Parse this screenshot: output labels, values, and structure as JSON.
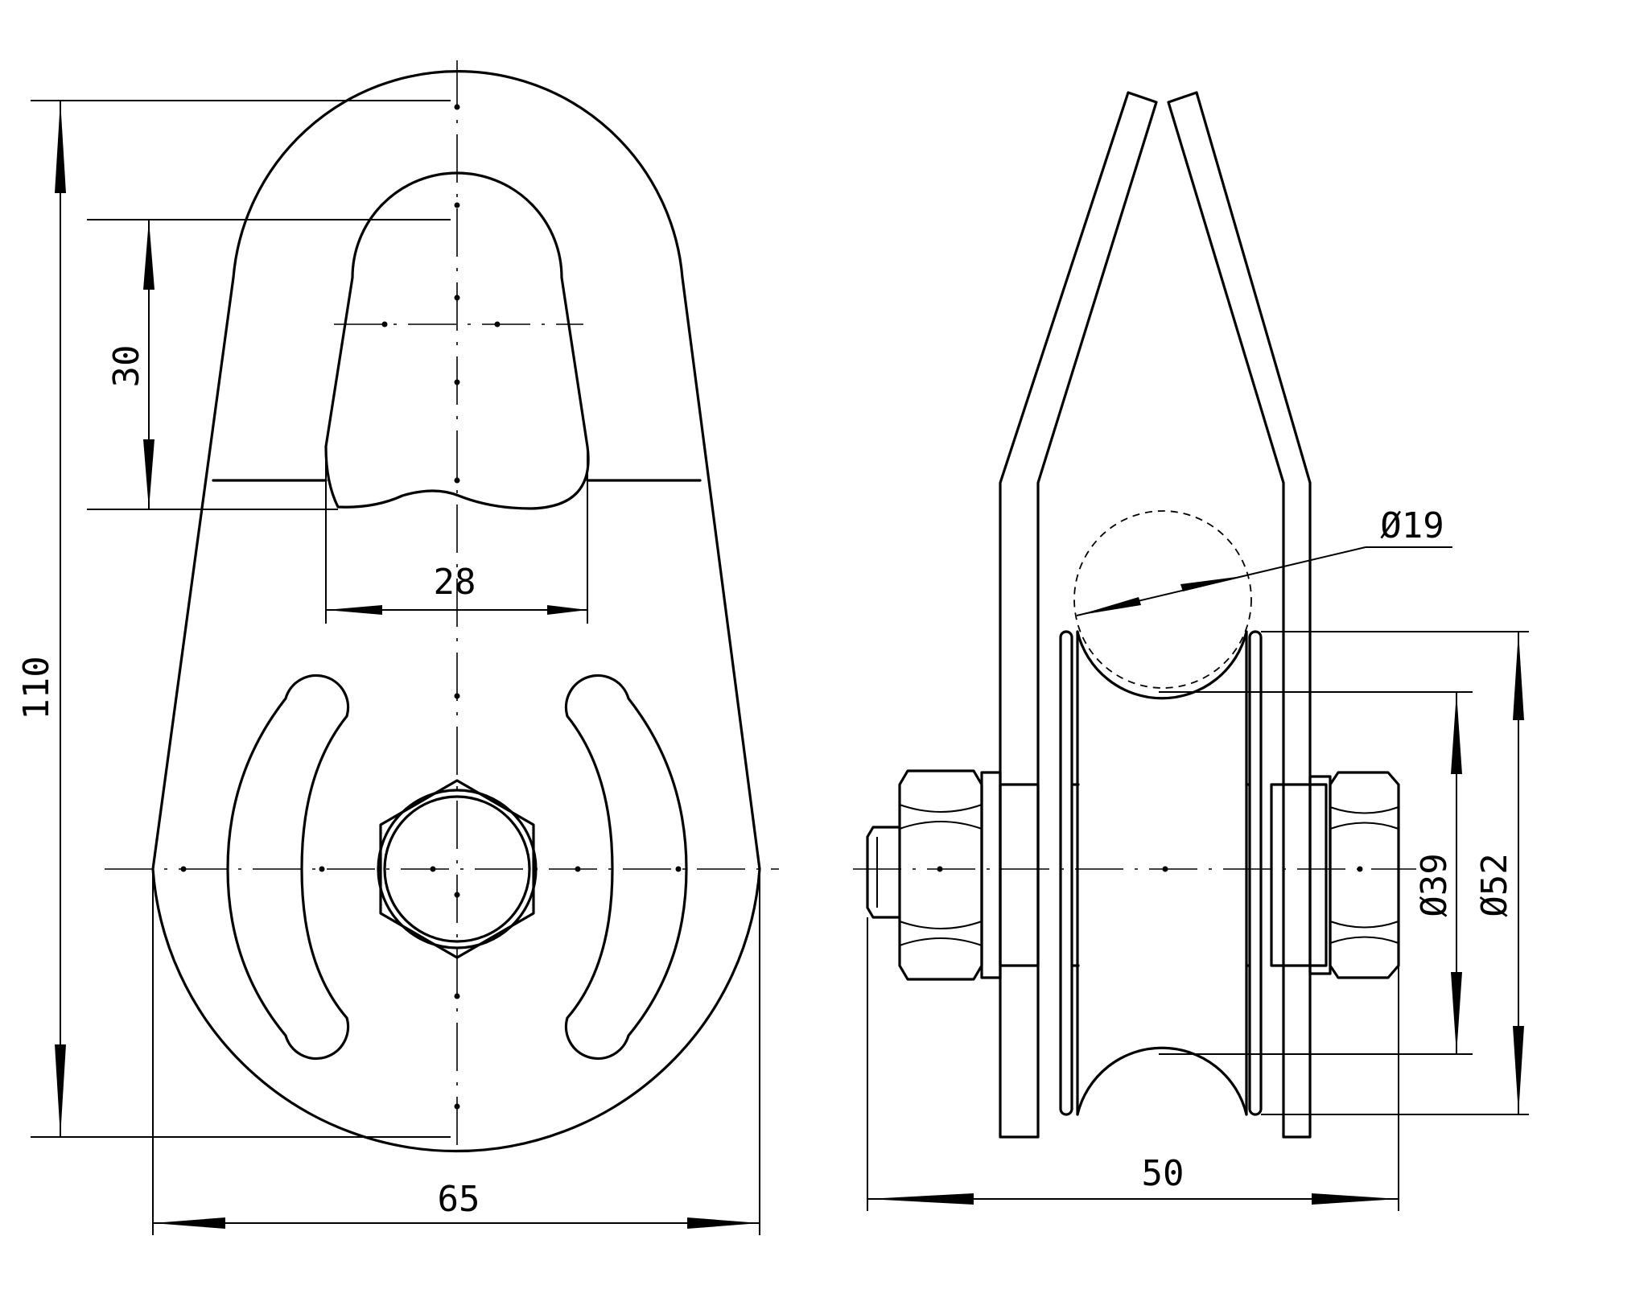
{
  "dimensions": {
    "front_height": "110",
    "slot_height": "30",
    "slot_width": "28",
    "front_width": "65",
    "side_width": "50",
    "rope_diameter": "Ø19",
    "groove_diameter": "Ø39",
    "sheave_diameter": "Ø52"
  },
  "colors": {
    "line": "#000000",
    "background": "#ffffff"
  }
}
